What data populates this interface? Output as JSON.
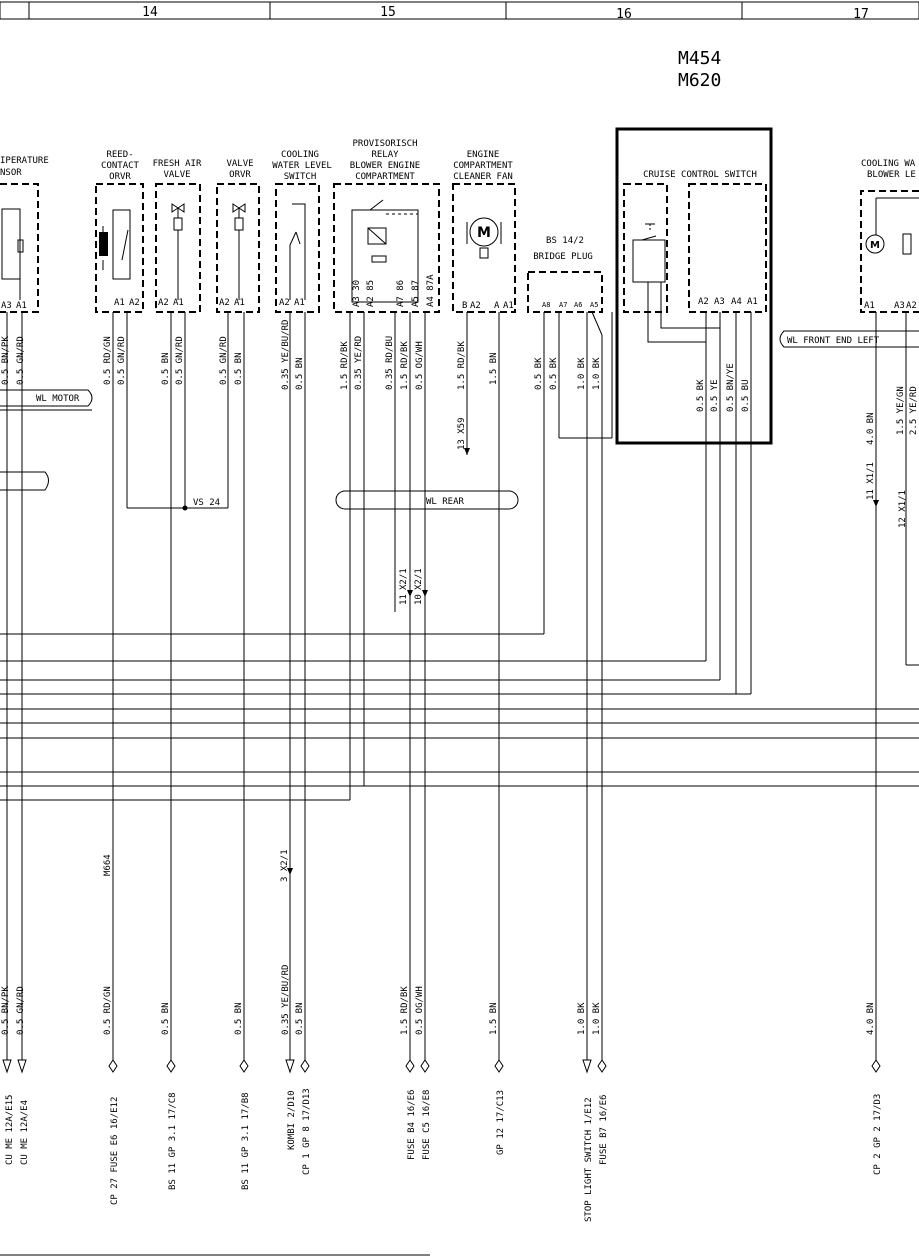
{
  "header": {
    "columns": [
      "14",
      "15",
      "16",
      "17"
    ]
  },
  "models": [
    "M454",
    "M620"
  ],
  "components": {
    "temp_sensor": {
      "title": [
        "IPERATURE",
        "NSOR"
      ],
      "pins": [
        "A3",
        "A1"
      ]
    },
    "reed_contact": {
      "title": [
        "REED-",
        "CONTACT",
        "ORVR"
      ],
      "pins": [
        "A1",
        "A2"
      ]
    },
    "fresh_air_valve": {
      "title": [
        "FRESH AIR",
        "VALVE"
      ],
      "pins": [
        "A2",
        "A1"
      ]
    },
    "valve_orvr": {
      "title": [
        "VALVE",
        "ORVR"
      ],
      "pins": [
        "A2",
        "A1"
      ]
    },
    "cooling_level_switch": {
      "title": [
        "COOLING",
        "WATER LEVEL",
        "SWITCH"
      ],
      "pins": [
        "A2",
        "A1"
      ]
    },
    "relay": {
      "title": [
        "PROVISORISCH",
        "RELAY",
        "BLOWER ENGINE",
        "COMPARTMENT"
      ],
      "pins": [
        "A3 30",
        "A2 85",
        "A7 86",
        "A5 87",
        "A4 87A"
      ]
    },
    "cleaner_fan": {
      "title": [
        "ENGINE",
        "COMPARTMENT",
        "CLEANER FAN"
      ],
      "pins": [
        "A2",
        "A1"
      ],
      "marks": [
        "B",
        "A"
      ]
    },
    "bridge_plug": {
      "title": [
        "BS 14/2",
        "BRIDGE PLUG"
      ],
      "pins": [
        "A8",
        "A7",
        "A6",
        "A5"
      ]
    },
    "cruise_switch": {
      "title": "CRUISE CONTROL SWITCH",
      "pins": [
        "A2",
        "A3",
        "A4",
        "A1"
      ]
    },
    "cooling_blower": {
      "title": [
        "COOLING WA",
        "BLOWER LE"
      ],
      "pins": [
        "A1",
        "A3",
        "A2"
      ]
    }
  },
  "wiring_looms": {
    "wl_motor": "WL MOTOR",
    "wl_rear": "WL REAR",
    "wl_front": "WL FRONT END LEFT"
  },
  "connectors": {
    "vs24": "VS 24",
    "x59": "13 X59",
    "x2_11": "11",
    "x2_10": "10",
    "x2_a": "X2/1",
    "x2_b": "X2/1",
    "x2_3": "3 X2/1",
    "m664": "M664",
    "x1_11": "11 X1/1",
    "x1_12": "12 X1/1"
  },
  "upper_wires": {
    "w1": "0.5 BN/PK",
    "w2": "0.5 GN/RD",
    "w3": "0.5 RD/GN",
    "w4": "0.5 GN/RD",
    "w5": "0.5 BN",
    "w6": "0.5 GN/RD",
    "w7": "0.5 GN/RD",
    "w8": "0.5 BN",
    "w9": "0.35 YE/BU/RD",
    "w10": "0.5 BN",
    "w11": "1.5 RD/BK",
    "w12": "0.35 YE/RD",
    "w13": "0.35 RD/BU",
    "w14": "1.5 RD/BK",
    "w15": "0.5 OG/WH",
    "w16": "1.5 RD/BK",
    "w17": "1.5 BN",
    "w18": "0.5 BK",
    "w19": "0.5 BK",
    "w20": "1.0 BK",
    "w21": "1.0 BK",
    "w22": "0.5 BK",
    "w23": "0.5 YE",
    "w24": "0.5 BN/YE",
    "w25": "0.5 BU",
    "w26": "4.0 BN",
    "w27": "1.5 YE/GN",
    "w28": "2.5 YE/RD"
  },
  "lower_wires": {
    "l1": "0.5 BN/PK",
    "l2": "0.5 GN/RD",
    "l3": "0.5 RD/GN",
    "l4": "0.5 BN",
    "l5": "0.5 BN",
    "l6": "0.35 YE/BU/RD",
    "l7": "0.5 BN",
    "l8": "1.5 RD/BK",
    "l9": "0.5 OG/WH",
    "l10": "1.5 BN",
    "l11": "1.0 BK",
    "l12": "1.0 BK",
    "l13": "4.0 BN"
  },
  "destinations": {
    "d1": "CU ME  12A/E15",
    "d2": "CU ME  12A/E4",
    "d3": "CP 27 FUSE E6  16/E12",
    "d4": "BS 11 GP 3.1  17/C8",
    "d5": "BS 11 GP 3.1  17/B8",
    "d6": "KOMBI  2/D10",
    "d7": "CP 1 GP 8  17/D13",
    "d8": "FUSE B4  16/E6",
    "d9": "FUSE C5  16/E8",
    "d10": "GP 12  17/C13",
    "d11": "STOP LIGHT SWITCH  1/E12",
    "d12": "FUSE B7  16/E6",
    "d13": "CP 2 GP 2  17/D3"
  }
}
